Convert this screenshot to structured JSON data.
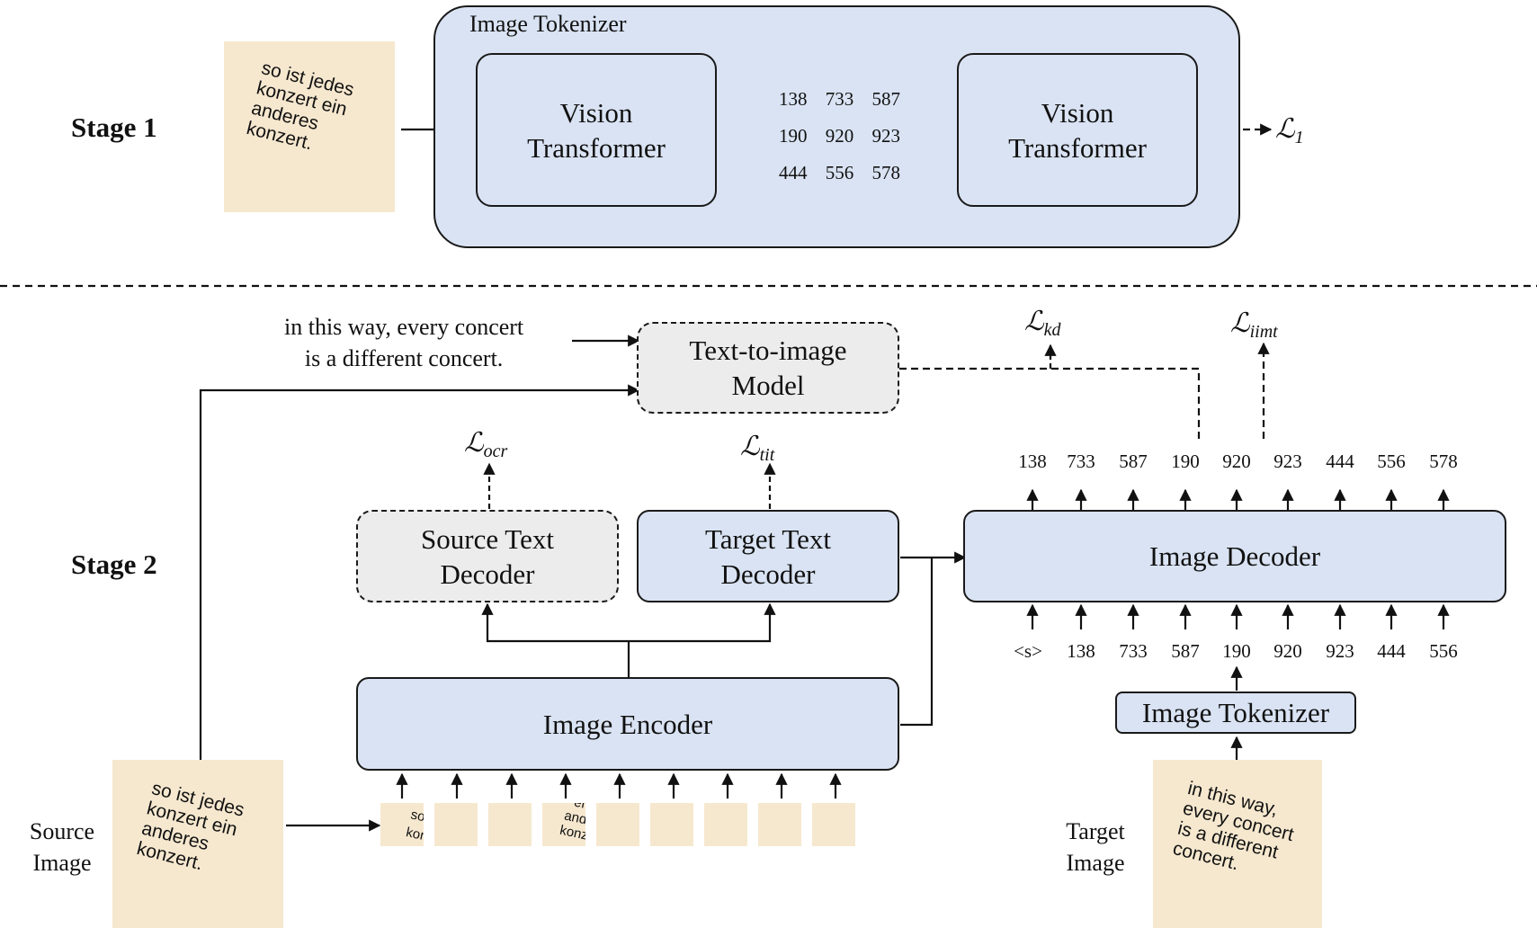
{
  "stage1": {
    "label": "Stage 1",
    "paper_lines": [
      "so ist jedes",
      "konzert ein",
      "anderes",
      "konzert."
    ],
    "tokenizer_title": "Image Tokenizer",
    "encoder_lines": [
      "Vision",
      "Transformer"
    ],
    "decoder_lines": [
      "Vision",
      "Transformer"
    ],
    "matrix_rows": [
      [
        "138",
        "733",
        "587"
      ],
      [
        "190",
        "920",
        "923"
      ],
      [
        "444",
        "556",
        "578"
      ]
    ],
    "loss": {
      "symbol": "ℒ",
      "sub": "1"
    }
  },
  "stage2": {
    "label": "Stage 2",
    "caption_lines": [
      "in this way, every concert",
      "is a different concert."
    ],
    "t2i_lines": [
      "Text-to-image",
      "Model"
    ],
    "src_dec_lines": [
      "Source Text",
      "Decoder"
    ],
    "tgt_dec_lines": [
      "Target Text",
      "Decoder"
    ],
    "image_decoder": "Image Decoder",
    "image_encoder": "Image Encoder",
    "image_tokenizer": "Image Tokenizer",
    "source_image_lines": [
      "Source",
      "Image"
    ],
    "target_image_lines": [
      "Target",
      "Image"
    ],
    "source_paper_lines": [
      "so ist jedes",
      "konzert ein",
      "anderes",
      "konzert."
    ],
    "target_paper_lines": [
      "in this way,",
      "every concert",
      "is a different",
      "concert."
    ],
    "patch_fragments": [
      "so ist jedes",
      "konzert",
      "ent ein",
      "anderes",
      "konzert."
    ],
    "output_tokens": [
      "138",
      "733",
      "587",
      "190",
      "920",
      "923",
      "444",
      "556",
      "578"
    ],
    "input_tokens": [
      "<s>",
      "138",
      "733",
      "587",
      "190",
      "920",
      "923",
      "444",
      "556"
    ],
    "losses": {
      "kd": {
        "symbol": "ℒ",
        "sub": "kd"
      },
      "iimt": {
        "symbol": "ℒ",
        "sub": "iimt"
      },
      "ocr": {
        "symbol": "ℒ",
        "sub": "ocr"
      },
      "tit": {
        "symbol": "ℒ",
        "sub": "tit"
      }
    }
  }
}
